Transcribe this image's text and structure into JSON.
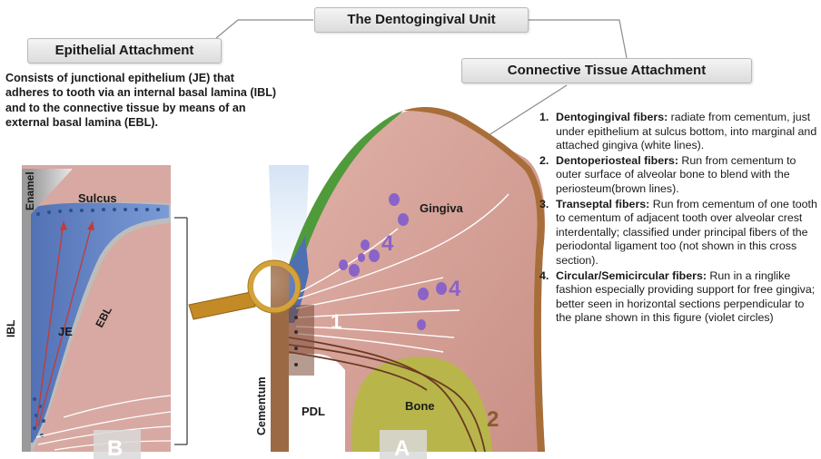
{
  "title": "The Dentogingival Unit",
  "epithelial_attachment": {
    "heading": "Epithelial Attachment",
    "description": "Consists of junctional epithelium (JE) that adheres to tooth via an internal basal lamina (IBL) and to the connective tissue by means of an external basal lamina (EBL)."
  },
  "connective_tissue_attachment": {
    "heading": "Connective Tissue Attachment",
    "fibers": [
      {
        "number": "1.",
        "name": "Dentogingival fibers:",
        "text": " radiate from cementum, just under epithelium at sulcus bottom, into marginal and attached gingiva (white lines)."
      },
      {
        "number": "2.",
        "name": "Dentoperiosteal fibers:",
        "text": " Run from cementum to outer surface of alveolar bone to blend with the periosteum(brown lines)."
      },
      {
        "number": "3.",
        "name": "Transeptal fibers:",
        "text": " Run from cementum of one tooth to cementum of adjacent tooth over alveolar crest interdentally; classified under principal fibers of the periodontal ligament too (not shown in this cross section)."
      },
      {
        "number": "4.",
        "name": "Circular/Semicircular fibers:",
        "text": " Run in a ringlike fashion especially providing support for free gingiva; better seen in horizontal sections perpendicular to the plane shown in this figure (violet circles)"
      }
    ]
  },
  "panel_b": {
    "letter": "B",
    "labels": {
      "enamel": "Enamel",
      "sulcus": "Sulcus",
      "je": "JE",
      "ebl": "EBL",
      "ibl": "IBL"
    }
  },
  "panel_a": {
    "letter": "A",
    "labels": {
      "gingiva": "Gingiva",
      "cementum": "Cementum",
      "pdl": "PDL",
      "bone": "Bone",
      "four_a": "4",
      "four_b": "4",
      "one": "1",
      "two": "2"
    }
  },
  "colors": {
    "gingiva": "#d8a49c",
    "epithelium_blue": "#5b7cc0",
    "bone": "#b8b64a",
    "cementum": "#9b6a45",
    "violet": "#8a63c9",
    "gum_edge_green": "#4f9a3a",
    "brown_fiber": "#6b3a24",
    "magnifier": "#d4a23a"
  }
}
